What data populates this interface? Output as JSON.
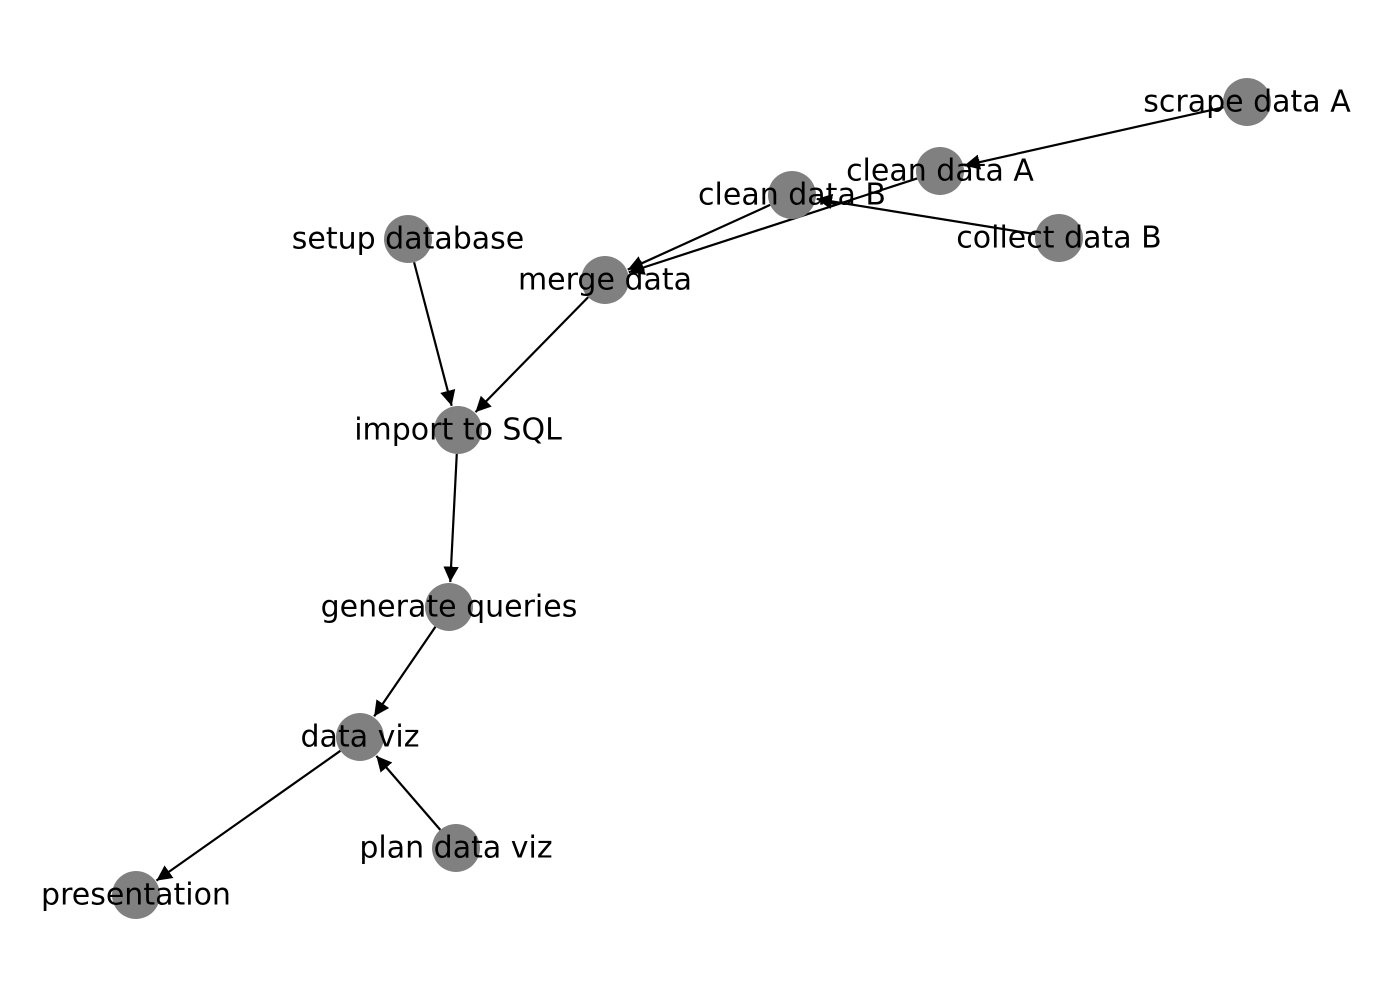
{
  "diagram": {
    "type": "directed-graph",
    "node_color": "#808080",
    "edge_color": "#000000",
    "nodes": [
      {
        "id": "scrape_a",
        "label": "scrape data A"
      },
      {
        "id": "clean_a",
        "label": "clean data A"
      },
      {
        "id": "clean_b",
        "label": "clean data B"
      },
      {
        "id": "collect_b",
        "label": "collect data B"
      },
      {
        "id": "setup_db",
        "label": "setup database"
      },
      {
        "id": "merge",
        "label": "merge data"
      },
      {
        "id": "import_sql",
        "label": "import to SQL"
      },
      {
        "id": "gen_queries",
        "label": "generate queries"
      },
      {
        "id": "data_viz",
        "label": "data viz"
      },
      {
        "id": "plan_viz",
        "label": "plan data viz"
      },
      {
        "id": "presentation",
        "label": "presentation"
      }
    ],
    "edges": [
      {
        "source": "scrape_a",
        "target": "clean_a"
      },
      {
        "source": "collect_b",
        "target": "clean_b"
      },
      {
        "source": "clean_a",
        "target": "merge"
      },
      {
        "source": "clean_b",
        "target": "merge"
      },
      {
        "source": "setup_db",
        "target": "import_sql"
      },
      {
        "source": "merge",
        "target": "import_sql"
      },
      {
        "source": "import_sql",
        "target": "gen_queries"
      },
      {
        "source": "gen_queries",
        "target": "data_viz"
      },
      {
        "source": "plan_viz",
        "target": "data_viz"
      },
      {
        "source": "data_viz",
        "target": "presentation"
      }
    ]
  }
}
